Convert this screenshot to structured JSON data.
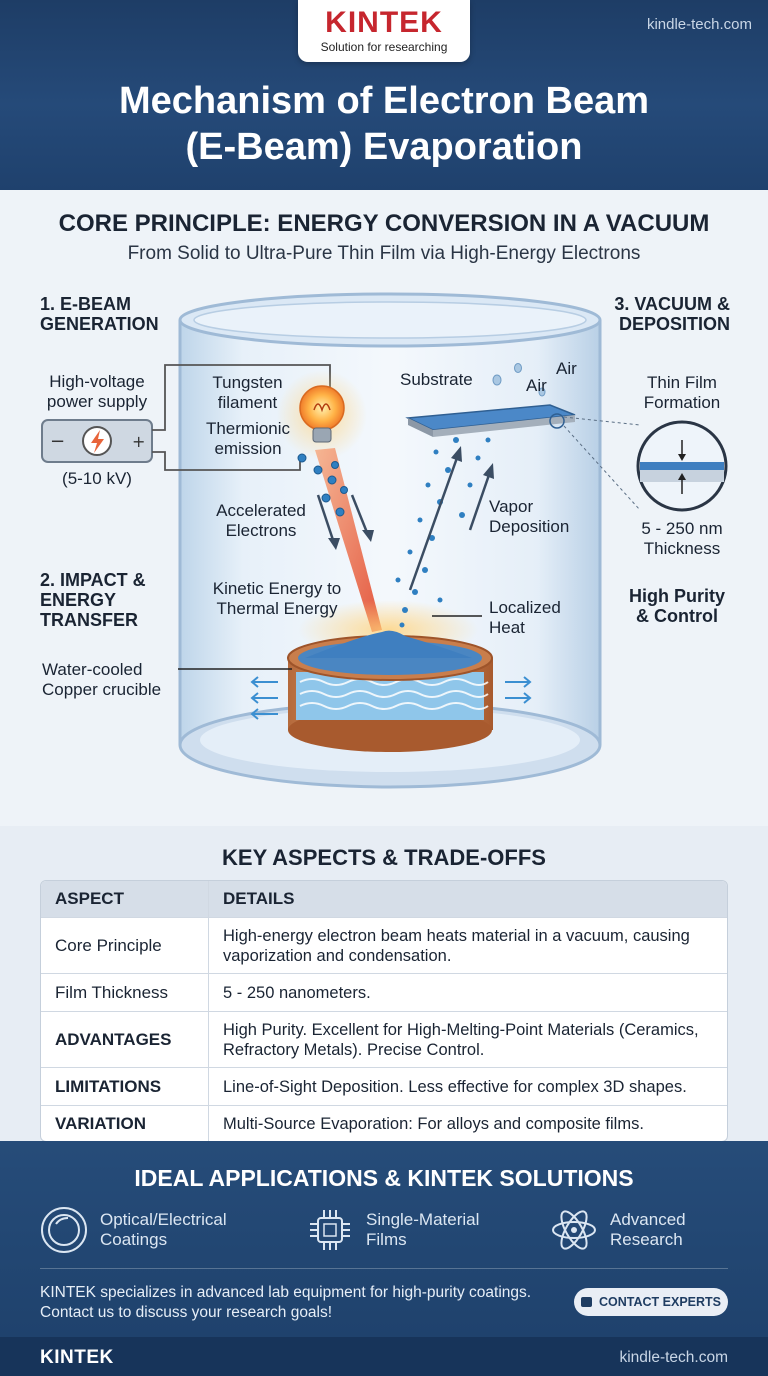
{
  "header": {
    "logo_name": "KINTEK",
    "logo_tagline": "Solution for researching",
    "site": "kindle-tech.com",
    "title_line1": "Mechanism of Electron Beam",
    "title_line2": "(E-Beam) Evaporation"
  },
  "core": {
    "title": "CORE PRINCIPLE: ENERGY CONVERSION IN A VACUUM",
    "subtitle": "From Solid to Ultra-Pure Thin Film via High-Energy Electrons"
  },
  "diagram": {
    "step1_line1": "1. E-BEAM",
    "step1_line2": "GENERATION",
    "power_line1": "High-voltage",
    "power_line2": "power supply",
    "power_range": "(5-10 kV)",
    "filament_line1": "Tungsten",
    "filament_line2": "filament",
    "thermionic_line1": "Thermionic",
    "thermionic_line2": "emission",
    "accel_line1": "Accelerated",
    "accel_line2": "Electrons",
    "step2_line1": "2. IMPACT &",
    "step2_line2": "ENERGY",
    "step2_line3": "TRANSFER",
    "kinetic_line1": "Kinetic Energy to",
    "kinetic_line2": "Thermal Energy",
    "crucible_line1": "Water-cooled",
    "crucible_line2": "Copper crucible",
    "substrate": "Substrate",
    "air1": "Air",
    "air2": "Air",
    "vapor_line1": "Vapor",
    "vapor_line2": "Deposition",
    "heat_line1": "Localized",
    "heat_line2": "Heat",
    "step3_line1": "3. VACUUM &",
    "step3_line2": "DEPOSITION",
    "film_line1": "Thin Film",
    "film_line2": "Formation",
    "thickness_line1": "5 - 250 nm",
    "thickness_line2": "Thickness",
    "purity_line1": "High Purity",
    "purity_line2": "& Control"
  },
  "table": {
    "title": "KEY ASPECTS & TRADE-OFFS",
    "headers": [
      "ASPECT",
      "DETAILS"
    ],
    "rows": [
      {
        "aspect": "Core Principle",
        "details": "High-energy electron beam heats material in a vacuum, causing vaporization and condensation."
      },
      {
        "aspect": "Film Thickness",
        "details": "5 - 250 nanometers."
      },
      {
        "aspect": "ADVANTAGES",
        "details": "High Purity. Excellent for High-Melting-Point Materials (Ceramics, Refractory Metals). Precise Control."
      },
      {
        "aspect": "LIMITATIONS",
        "details": "Line-of-Sight Deposition. Less effective for complex 3D shapes."
      },
      {
        "aspect": "VARIATION",
        "details": "Multi-Source Evaporation: For alloys and composite films."
      }
    ]
  },
  "applications": {
    "title": "IDEAL APPLICATIONS & KINTEK SOLUTIONS",
    "items": [
      {
        "line1": "Optical/Electrical",
        "line2": "Coatings",
        "icon": "lens-icon"
      },
      {
        "line1": "Single-Material",
        "line2": "Films",
        "icon": "chip-icon"
      },
      {
        "line1": "Advanced",
        "line2": "Research",
        "icon": "atom-icon"
      }
    ],
    "cta_line1": "KINTEK specializes in advanced lab equipment for high-purity coatings.",
    "cta_line2": "Contact us to discuss your research goals!",
    "cta_button": "CONTACT EXPERTS"
  },
  "footer": {
    "logo": "KINTEK",
    "site": "kindle-tech.com"
  },
  "colors": {
    "header_bg": "#1e3d66",
    "brand_red": "#c6262e",
    "beam": "#e8643a",
    "vapor": "#2f7fc1"
  }
}
